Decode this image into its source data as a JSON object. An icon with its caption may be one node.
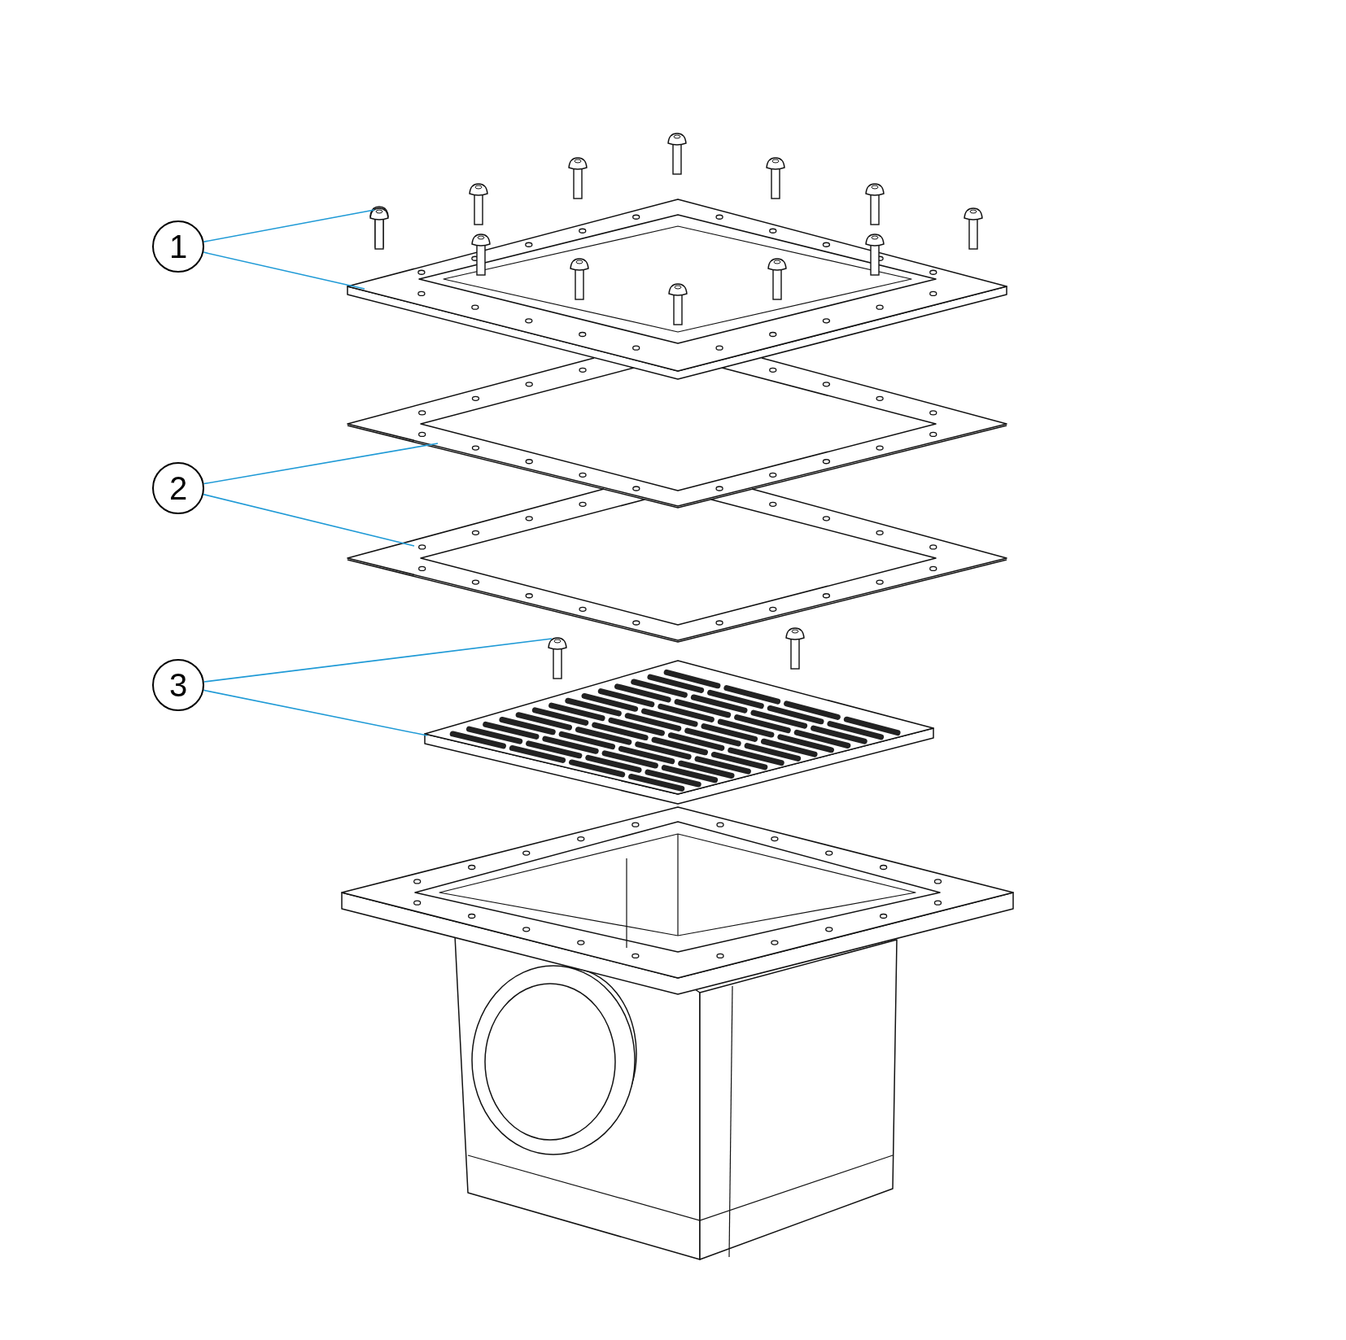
{
  "diagram": {
    "nodes": [
      {
        "text": [
          "1"
        ]
      },
      {
        "text": [
          "2"
        ]
      },
      {
        "text": [
          "3"
        ]
      },
      {
        "text": [],
        "shape": "picture"
      },
      {
        "text": [],
        "shape": "picture"
      },
      {
        "text": [],
        "shape": "picture"
      },
      {
        "text": [],
        "shape": "picture"
      },
      {
        "text": [],
        "shape": "picture"
      },
      {
        "text": [],
        "shape": "picture"
      }
    ],
    "edges": [
      {
        "from": 0,
        "to": 3,
        "arrow": "none"
      },
      {
        "from": 0,
        "to": 4,
        "arrow": "none"
      },
      {
        "from": 1,
        "to": 5,
        "arrow": "none"
      },
      {
        "from": 1,
        "to": 6,
        "arrow": "none"
      },
      {
        "from": 2,
        "to": 7,
        "arrow": "none"
      },
      {
        "from": 2,
        "to": 8,
        "arrow": "none"
      }
    ]
  }
}
